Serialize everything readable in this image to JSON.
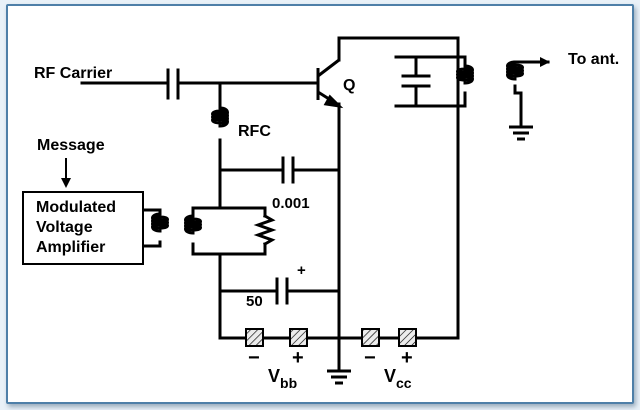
{
  "labels": {
    "rf_carrier": "RF Carrier",
    "message": "Message",
    "mva_line1": "Modulated",
    "mva_line2": "Voltage",
    "mva_line3": "Amplifier",
    "rfc": "RFC",
    "cap_value_1": "0.001",
    "cap_value_2": "50",
    "cap_plus": "+",
    "transistor": "Q",
    "antenna": "To ant.",
    "vbb_main": "V",
    "vbb_sub": "bb",
    "vcc_main": "V",
    "vcc_sub": "cc",
    "minus": "−",
    "plus": "+"
  },
  "colors": {
    "wire": "#000000",
    "frame_border": "#4e7fa8",
    "background": "#e9f1f8",
    "battery_fill": "#e6e6e6"
  }
}
